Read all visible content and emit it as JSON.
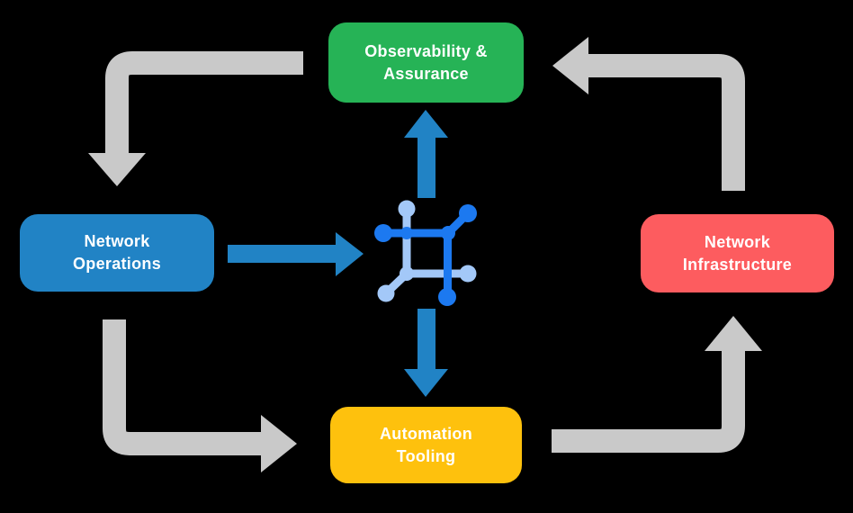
{
  "diagram": {
    "background_color": "#000000",
    "nodes": [
      {
        "id": "observability",
        "label": "Observability &\nAssurance",
        "color": "#26b356",
        "text_color": "#ffffff"
      },
      {
        "id": "operations",
        "label": "Network\nOperations",
        "color": "#2183c5",
        "text_color": "#ffffff"
      },
      {
        "id": "infrastructure",
        "label": "Network\nInfrastructure",
        "color": "#fd5c5f",
        "text_color": "#ffffff"
      },
      {
        "id": "automation",
        "label": "Automation\nTooling",
        "color": "#fec10d",
        "text_color": "#ffffff"
      }
    ],
    "center_icon": {
      "name": "network-mesh-icon"
    },
    "colors": {
      "cycle_arrow": "#c9c9c9",
      "flow_arrow": "#2183c5",
      "icon_dark": "#1c79f0",
      "icon_light": "#a3c8f8"
    },
    "cycle_arrows": [
      {
        "from": "Observability & Assurance",
        "to": "Network Operations",
        "corner": "top-left",
        "direction": "down"
      },
      {
        "from": "Network Infrastructure",
        "to": "Observability & Assurance",
        "corner": "top-right",
        "direction": "left"
      },
      {
        "from": "Network Operations",
        "to": "Automation Tooling",
        "corner": "bottom-left",
        "direction": "right"
      },
      {
        "from": "Automation Tooling",
        "to": "Network Infrastructure",
        "corner": "bottom-right",
        "direction": "up"
      }
    ],
    "flow_arrows": [
      {
        "from": "Network Operations",
        "to": "center-icon",
        "direction": "right"
      },
      {
        "from": "center-icon",
        "to": "Observability & Assurance",
        "direction": "up"
      },
      {
        "from": "center-icon",
        "to": "Automation Tooling",
        "direction": "down"
      }
    ]
  }
}
